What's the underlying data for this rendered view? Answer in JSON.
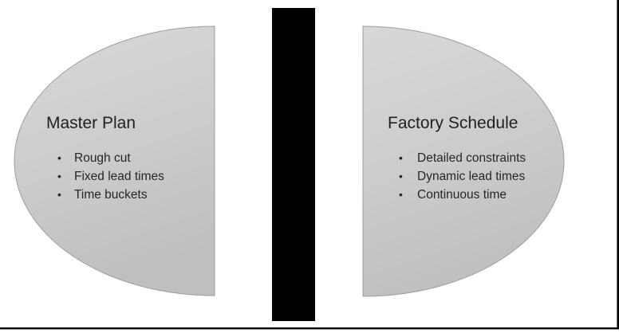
{
  "diagram": {
    "bullet_char": "•",
    "left_shape": {
      "title": "Master Plan",
      "bullets": [
        "Rough cut",
        "Fixed lead times",
        "Time buckets"
      ]
    },
    "right_shape": {
      "title": "Factory Schedule",
      "bullets": [
        "Detailed constraints",
        "Dynamic lead times",
        "Continuous time"
      ]
    },
    "divider": {
      "description": "solid black vertical bar between the two shapes"
    },
    "colors": {
      "background": "#ffffff",
      "shape_fill_light": "#d7d7d7",
      "shape_fill_dark": "#bfbfbf",
      "shape_outline": "#9d9d9d",
      "divider_fill": "#000000",
      "frame_line": "#000000",
      "title_text": "#212121",
      "bullet_text": "#262626"
    }
  }
}
